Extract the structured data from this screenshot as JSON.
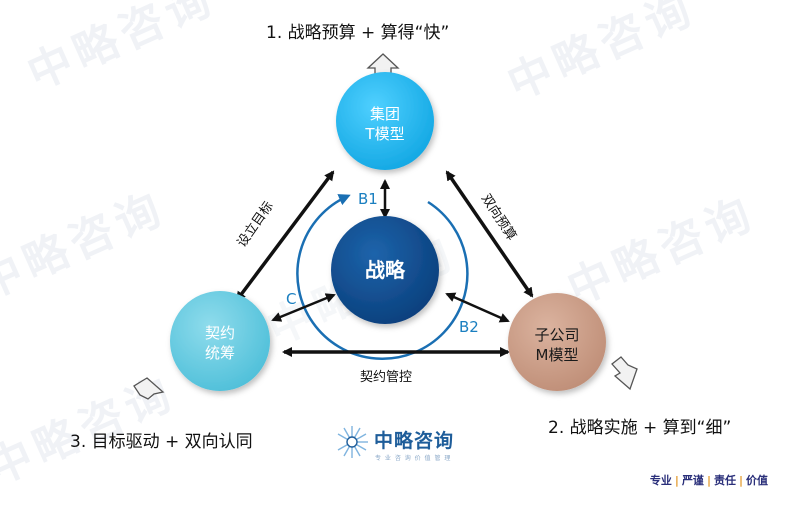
{
  "watermark": "中略咨询",
  "captions": {
    "top": "1. 战略预算 + 算得“快”",
    "right": "2. 战略实施 + 算到“细”",
    "left": "3. 目标驱动 + 双向认同"
  },
  "nodes": {
    "top": {
      "line1": "集团",
      "line2": "T模型",
      "color": "#1cb6ee"
    },
    "center": {
      "label": "战略",
      "color": "#0f4c8e"
    },
    "left": {
      "line1": "契约",
      "line2": "统筹",
      "color": "#5ec9df"
    },
    "right": {
      "line1": "子公司",
      "line2": "M模型",
      "color": "#c99a83"
    }
  },
  "edges": {
    "left_top": "设立目标",
    "top_right": "双向预算",
    "left_right": "契约管控"
  },
  "loop_labels": {
    "b1": "B1",
    "b2": "B2",
    "c": "C"
  },
  "logo": {
    "name": "中略咨询",
    "tagline": "专 业 咨 询 价 值 管 理"
  },
  "footer": {
    "items": [
      "专业",
      "严谨",
      "责任",
      "价值"
    ],
    "separator": "|"
  },
  "colors": {
    "loop_arc": "#1a6fb3",
    "arrow": "#111111",
    "loop_label": "#1a7fc0"
  }
}
